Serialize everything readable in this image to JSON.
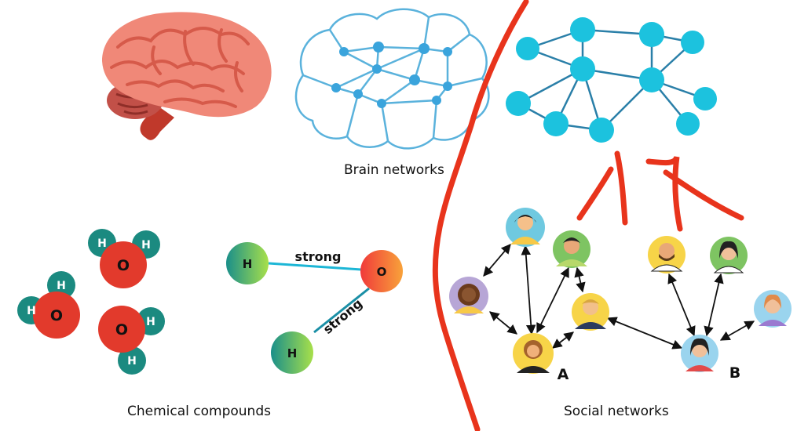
{
  "captions": {
    "brain": "Brain networks",
    "chemical": "Chemical compounds",
    "social": "Social networks"
  },
  "atoms": {
    "hydrogen": "H",
    "oxygen": "O"
  },
  "bond_label": "strong",
  "node_labels": {
    "a": "A",
    "b": "B"
  },
  "colors": {
    "accent_red": "#e8341c",
    "network_blue": "#1cc2de",
    "brain_outline": "#5ab2dc",
    "oxygen_red": "#e23a2c",
    "hydrogen_teal": "#1b8a80",
    "brain_pink": "#f08878"
  },
  "icons": [
    "brain-icon",
    "brain-network-icon",
    "water-molecule-icon",
    "person-avatar-icon"
  ]
}
